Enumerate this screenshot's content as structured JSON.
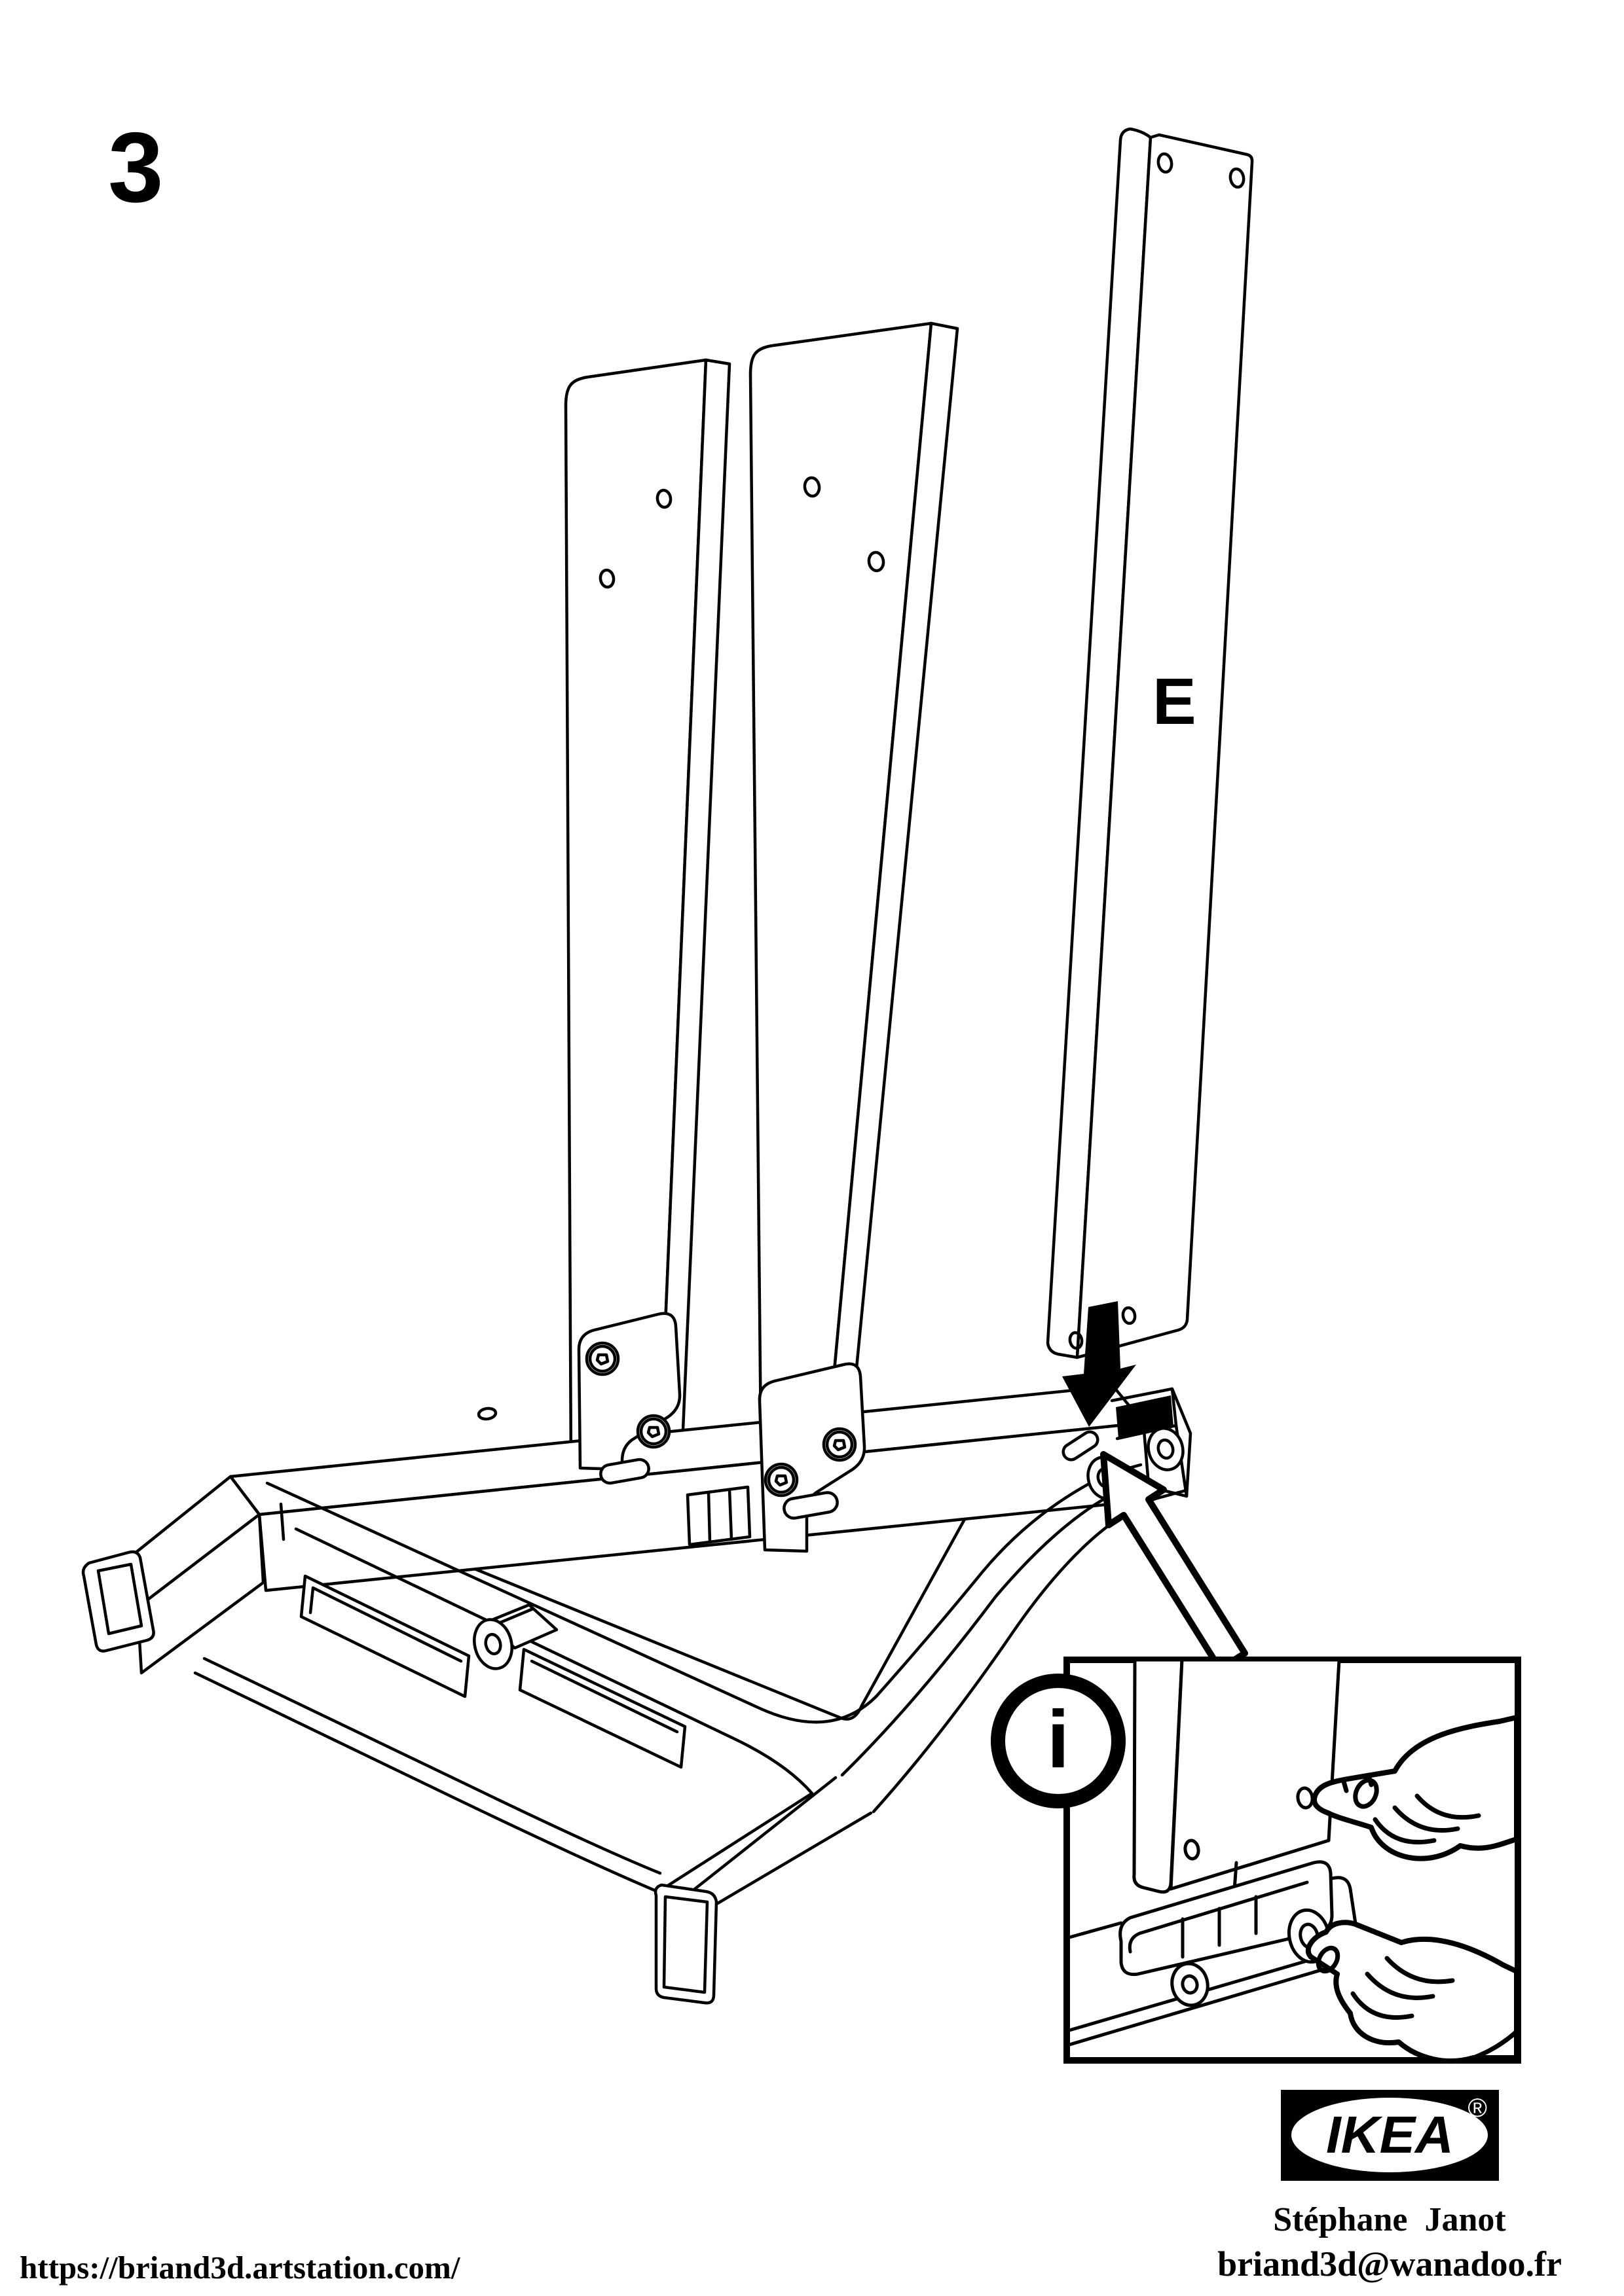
{
  "page": {
    "step_number": "3",
    "background_color": "#ffffff",
    "line_color": "#000000"
  },
  "diagram": {
    "part_label": "E",
    "info_symbol": "i"
  },
  "brand": {
    "logo_text": "IKEA",
    "registered_mark": "®"
  },
  "footer": {
    "credit_name": "Stéphane  Janot",
    "credit_email": "briand3d@wanadoo.fr",
    "url": "https://briand3d.artstation.com/"
  }
}
